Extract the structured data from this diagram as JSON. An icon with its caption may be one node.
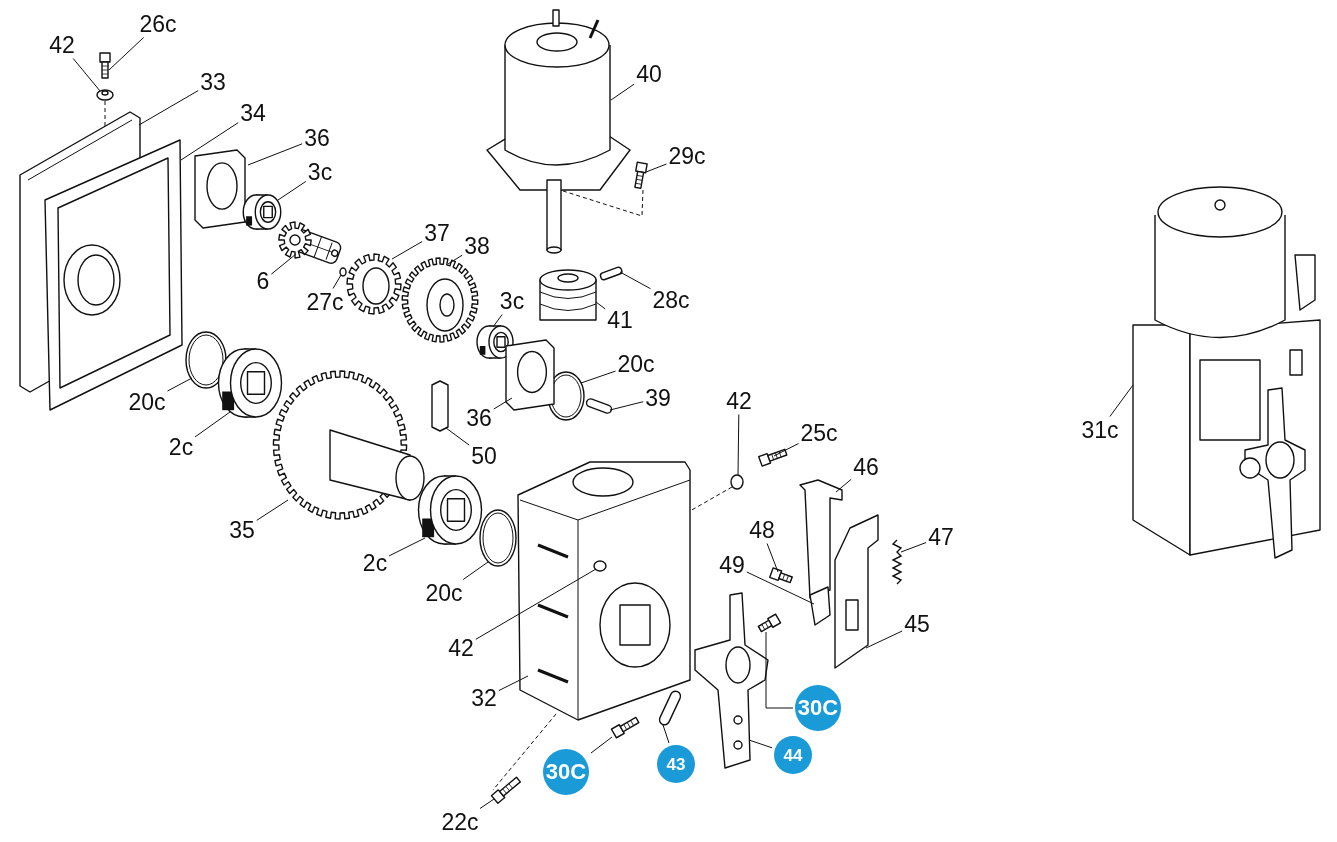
{
  "diagram": {
    "nodes": [
      {
        "text": [
          "42"
        ]
      },
      {
        "text": [
          "26c"
        ]
      },
      {
        "text": [
          "33"
        ]
      },
      {
        "text": [
          "34"
        ]
      },
      {
        "text": [
          "36"
        ]
      },
      {
        "text": [
          "3c"
        ]
      },
      {
        "text": [
          "6"
        ]
      },
      {
        "text": [
          "27c"
        ]
      },
      {
        "text": [
          "37"
        ]
      },
      {
        "text": [
          "38"
        ]
      },
      {
        "text": [
          "40"
        ]
      },
      {
        "text": [
          "29c"
        ]
      },
      {
        "text": [
          "3c"
        ]
      },
      {
        "text": [
          "41"
        ]
      },
      {
        "text": [
          "28c"
        ]
      },
      {
        "text": [
          "20c"
        ]
      },
      {
        "text": [
          "39"
        ]
      },
      {
        "text": [
          "20c"
        ]
      },
      {
        "text": [
          "2c"
        ]
      },
      {
        "text": [
          "36"
        ]
      },
      {
        "text": [
          "50"
        ]
      },
      {
        "text": [
          "35"
        ]
      },
      {
        "text": [
          "2c"
        ]
      },
      {
        "text": [
          "20c"
        ]
      },
      {
        "text": [
          "42"
        ]
      },
      {
        "text": [
          "25c"
        ]
      },
      {
        "text": [
          "46"
        ]
      },
      {
        "text": [
          "47"
        ]
      },
      {
        "text": [
          "48"
        ]
      },
      {
        "text": [
          "49"
        ]
      },
      {
        "text": [
          "45"
        ]
      },
      {
        "text": [
          "42"
        ]
      },
      {
        "text": [
          "32"
        ]
      },
      {
        "text": [
          "31c"
        ]
      },
      {
        "text": [
          "30C"
        ]
      },
      {
        "text": [
          "43"
        ]
      },
      {
        "text": [
          "44"
        ]
      },
      {
        "text": [
          "30C"
        ]
      },
      {
        "text": [
          "22c"
        ]
      },
      {
        "text": [],
        "shape": "picture"
      },
      {
        "text": [],
        "shape": "picture"
      },
      {
        "text": [],
        "shape": "picture"
      },
      {
        "text": [],
        "shape": "picture"
      },
      {
        "text": [],
        "shape": "picture"
      },
      {
        "text": [],
        "shape": "picture"
      },
      {
        "text": [],
        "shape": "picture"
      },
      {
        "text": [],
        "shape": "circle"
      },
      {
        "text": [],
        "shape": "picture"
      },
      {
        "text": [],
        "shape": "picture"
      },
      {
        "text": [],
        "shape": "picture"
      },
      {
        "text": [],
        "shape": "picture"
      },
      {
        "text": [],
        "shape": "picture"
      },
      {
        "text": [],
        "shape": "picture"
      },
      {
        "text": [],
        "shape": "bar"
      },
      {
        "text": [],
        "shape": "picture"
      },
      {
        "text": [],
        "shape": "bar"
      },
      {
        "text": [],
        "shape": "picture"
      },
      {
        "text": [],
        "shape": "picture"
      },
      {
        "text": [],
        "shape": "picture"
      },
      {
        "text": [],
        "shape": "bar"
      },
      {
        "text": [],
        "shape": "picture"
      },
      {
        "text": [],
        "shape": "picture"
      },
      {
        "text": [],
        "shape": "picture"
      },
      {
        "text": [],
        "shape": "circle"
      },
      {
        "text": [],
        "shape": "picture"
      },
      {
        "text": [],
        "shape": "picture"
      },
      {
        "text": [],
        "shape": "picture"
      },
      {
        "text": [],
        "shape": "picture"
      },
      {
        "text": [],
        "shape": "picture"
      },
      {
        "text": [],
        "shape": "picture"
      },
      {
        "text": [],
        "shape": "circle",
        "in": 71
      },
      {
        "text": [],
        "shape": "picture"
      },
      {
        "text": [],
        "shape": "picture"
      },
      {
        "text": [],
        "shape": "picture"
      },
      {
        "text": [],
        "shape": "bar"
      },
      {
        "text": [],
        "shape": "picture"
      },
      {
        "text": [],
        "shape": "picture"
      },
      {
        "text": [],
        "shape": "picture"
      }
    ],
    "edges": [
      {
        "from": 0,
        "to": 39,
        "arrow": "none"
      },
      {
        "from": 1,
        "to": 40,
        "arrow": "none"
      },
      {
        "from": 2,
        "to": 41,
        "arrow": "none"
      },
      {
        "from": 3,
        "to": 42,
        "arrow": "none"
      },
      {
        "from": 4,
        "to": 43,
        "arrow": "none"
      },
      {
        "from": 5,
        "to": 44,
        "arrow": "none"
      },
      {
        "from": 6,
        "to": 45,
        "arrow": "none"
      },
      {
        "from": 7,
        "to": 46,
        "arrow": "none"
      },
      {
        "from": 8,
        "to": 47,
        "arrow": "none"
      },
      {
        "from": 9,
        "to": 48,
        "arrow": "none"
      },
      {
        "from": 10,
        "to": 49,
        "arrow": "none"
      },
      {
        "from": 11,
        "to": 50,
        "arrow": "none"
      },
      {
        "from": 12,
        "to": 51,
        "arrow": "none"
      },
      {
        "from": 13,
        "to": 52,
        "arrow": "none"
      },
      {
        "from": 14,
        "to": 53,
        "arrow": "none"
      },
      {
        "from": 15,
        "to": 54,
        "arrow": "none"
      },
      {
        "from": 16,
        "to": 55,
        "arrow": "none"
      },
      {
        "from": 17,
        "to": 56,
        "arrow": "none"
      },
      {
        "from": 18,
        "to": 57,
        "arrow": "none"
      },
      {
        "from": 19,
        "to": 58,
        "arrow": "none"
      },
      {
        "from": 20,
        "to": 59,
        "arrow": "none"
      },
      {
        "from": 21,
        "to": 60,
        "arrow": "none"
      },
      {
        "from": 22,
        "to": 61,
        "arrow": "none"
      },
      {
        "from": 23,
        "to": 62,
        "arrow": "none"
      },
      {
        "from": 24,
        "to": 63,
        "arrow": "none"
      },
      {
        "from": 25,
        "to": 64,
        "arrow": "none"
      },
      {
        "from": 26,
        "to": 65,
        "arrow": "none"
      },
      {
        "from": 27,
        "to": 66,
        "arrow": "none"
      },
      {
        "from": 28,
        "to": 67,
        "arrow": "none"
      },
      {
        "from": 29,
        "to": 68,
        "arrow": "none"
      },
      {
        "from": 30,
        "to": 69,
        "arrow": "none"
      },
      {
        "from": 31,
        "to": 70,
        "arrow": "none"
      },
      {
        "from": 32,
        "to": 71,
        "arrow": "none"
      },
      {
        "from": 33,
        "to": 72,
        "arrow": "none"
      },
      {
        "from": 34,
        "to": 73,
        "arrow": "none"
      },
      {
        "from": 35,
        "to": 74,
        "arrow": "none"
      },
      {
        "from": 36,
        "to": 75,
        "arrow": "none"
      },
      {
        "from": 37,
        "to": 76,
        "arrow": "none"
      },
      {
        "from": 38,
        "to": 77,
        "arrow": "none"
      },
      {
        "from": 39,
        "to": 41,
        "arrow": "none",
        "style": "dashed"
      },
      {
        "from": 50,
        "to": 49,
        "arrow": "none",
        "style": "dashed"
      },
      {
        "from": 63,
        "to": 71,
        "arrow": "none",
        "style": "dashed"
      },
      {
        "from": 71,
        "to": 77,
        "arrow": "none",
        "style": "dashed"
      }
    ]
  }
}
